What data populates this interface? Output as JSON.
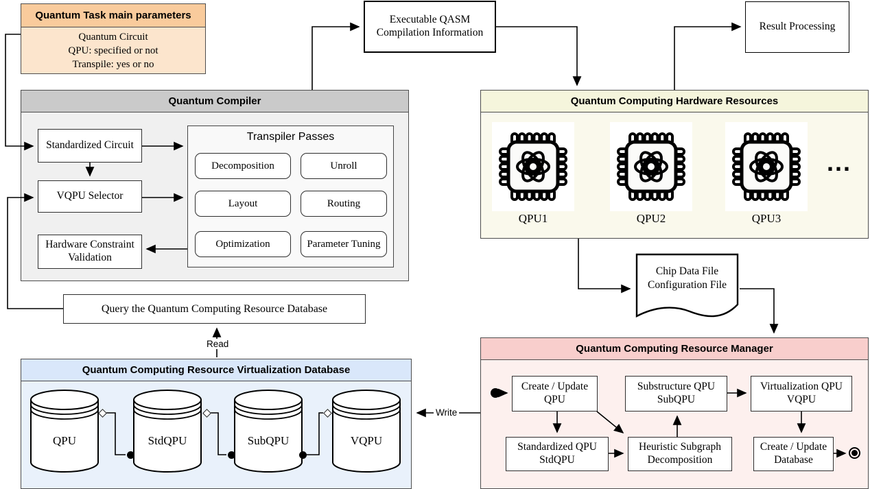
{
  "task": {
    "title": "Quantum Task main parameters",
    "lines": [
      "Quantum Circuit",
      "QPU: specified or not",
      "Transpile: yes or no"
    ]
  },
  "compiler": {
    "title": "Quantum Compiler",
    "boxes": {
      "standardized_circuit": "Standardized Circuit",
      "vqpu_selector": "VQPU Selector",
      "hardware_constraint_validation": "Hardware Constraint Validation"
    },
    "transpiler_passes": {
      "title": "Transpiler Passes",
      "passes": [
        "Decomposition",
        "Unroll",
        "Layout",
        "Routing",
        "Optimization",
        "Parameter Tuning"
      ]
    }
  },
  "documents": {
    "qasm": {
      "lines": [
        "Executable QASM",
        "Compilation Information"
      ]
    },
    "chip": {
      "lines": [
        "Chip Data File",
        "Configuration File"
      ]
    }
  },
  "result_processing": {
    "label": "Result Processing"
  },
  "hardware": {
    "title": "Quantum Computing Hardware Resources",
    "qpus": [
      "QPU1",
      "QPU2",
      "QPU3"
    ],
    "ellipsis": "..."
  },
  "manager": {
    "title": "Quantum Computing Resource Manager",
    "states": {
      "create_update_qpu": "Create / Update QPU",
      "standardized_qpu": "Standardized QPU StdQPU",
      "heuristic_subgraph": "Heuristic Subgraph Decomposition",
      "substructure_qpu": "Substructure QPU SubQPU",
      "virtualization_qpu": "Virtualization QPU VQPU",
      "create_update_database": "Create / Update Database"
    }
  },
  "database": {
    "title": "Quantum Computing Resource Virtualization Database",
    "cylinders": [
      "QPU",
      "StdQPU",
      "SubQPU",
      "VQPU"
    ]
  },
  "query": {
    "label": "Query the Quantum Computing Resource Database"
  },
  "edges": {
    "read": "Read",
    "write": "Write"
  },
  "colors": {
    "task_header": "#f9cb9c",
    "task_body": "#fce5cd",
    "compiler_header": "#cacaca",
    "compiler_body": "#f0f0f0",
    "hardware_header": "#f5f5dc",
    "hardware_body": "#faf9ec",
    "manager_header": "#f8cecc",
    "manager_body": "#fdf0ee",
    "database_header": "#d9e7fa",
    "database_body": "#e9f1fb"
  }
}
